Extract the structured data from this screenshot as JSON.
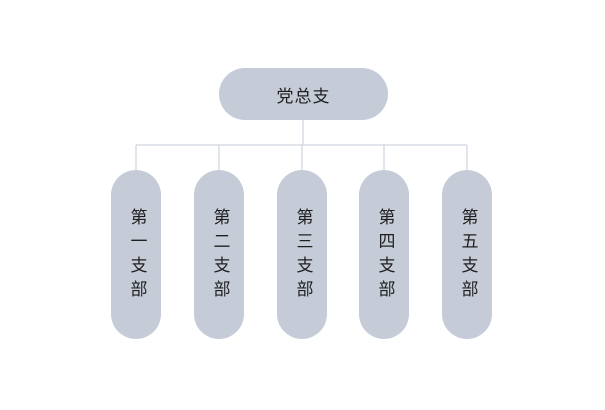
{
  "colors": {
    "node_fill": "#c5ccd8",
    "connector": "#c5ccd8",
    "text": "#1f1f1f",
    "background": "#ffffff"
  },
  "root": {
    "label": "党总支"
  },
  "children": [
    {
      "label": "第一支部"
    },
    {
      "label": "第二支部"
    },
    {
      "label": "第三支部"
    },
    {
      "label": "第四支部"
    },
    {
      "label": "第五支部"
    }
  ]
}
